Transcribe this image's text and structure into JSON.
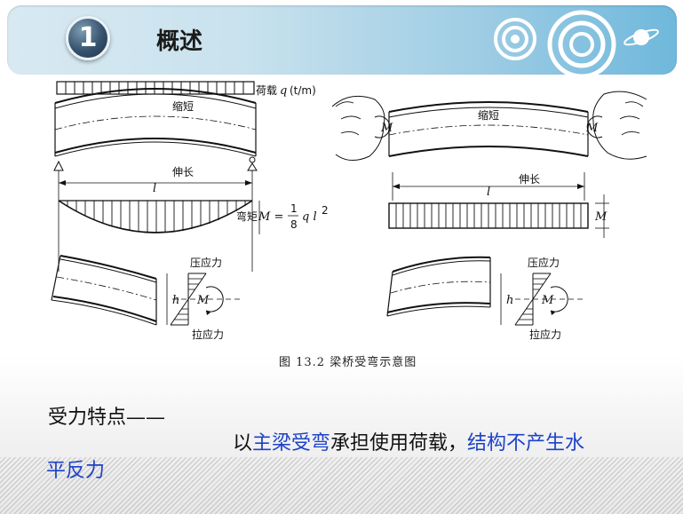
{
  "header": {
    "section_number": "1",
    "title": "概述"
  },
  "figure": {
    "labels": {
      "load": "荷载",
      "load_q": "q",
      "load_unit": "(t/m)",
      "compress": "缩短",
      "extend": "伸长",
      "span": "l",
      "moment": "弯矩",
      "moment_formula_m": "M =",
      "moment_num": "1",
      "moment_den": "8",
      "moment_ql": "q l",
      "moment_exp": "2",
      "M": "M",
      "h": "h",
      "compressive_stress": "压应力",
      "tensile_stress": "拉应力"
    },
    "caption": "图 13.2    梁桥受弯示意图"
  },
  "text": {
    "line1": "受力特点——",
    "line2_a": "以",
    "line2_b": "主梁受弯",
    "line2_c": "承担使用荷载，",
    "line2_d": "结构不产生水",
    "line3": "平反力"
  },
  "colors": {
    "accent_blue": "#1e42c8",
    "header_blue": "#6fb8dc"
  }
}
